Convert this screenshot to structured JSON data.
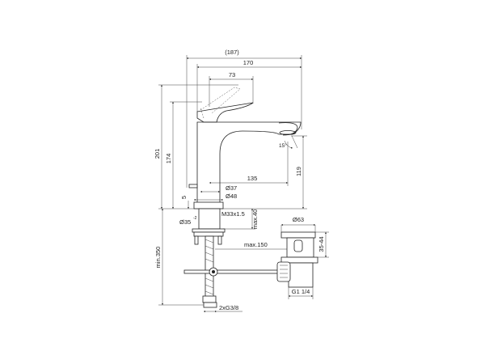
{
  "dimensions": {
    "overall_width": "(187)",
    "spout_reach_total": "170",
    "lever_length": "73",
    "total_height": "201",
    "lever_height": "174",
    "spout_height": "119",
    "spout_reach": "135",
    "dia_37": "Ø37",
    "dia_48": "Ø48",
    "base_thickness": "5",
    "thread": "M33x1.5",
    "max_40": "max.40",
    "dia_35": "Ø35",
    "dia_35_tol": "-2",
    "spout_angle": "15°",
    "min_350": "min.350",
    "max_150": "max.150",
    "dia_63": "Ø63",
    "waste_height": "35-44",
    "waste_thread": "G1 1/4",
    "hose_thread": "2xG3/8"
  }
}
